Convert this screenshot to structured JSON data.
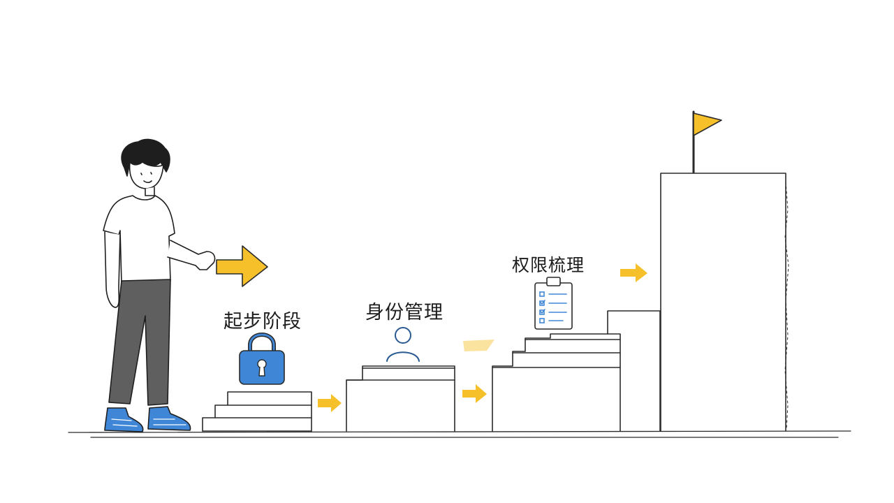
{
  "stages": [
    {
      "label": "起步阶段",
      "icon": "padlock-icon"
    },
    {
      "label": "身份管理",
      "icon": "person-outline-icon"
    },
    {
      "label": "权限梳理",
      "icon": "clipboard-checklist-icon"
    }
  ],
  "goal": {
    "icon": "flag-icon"
  },
  "colors": {
    "accent_yellow": "#F5C02A",
    "accent_blue": "#3F87D6",
    "line": "#2a2a2a",
    "pants": "#5f5f5f"
  }
}
